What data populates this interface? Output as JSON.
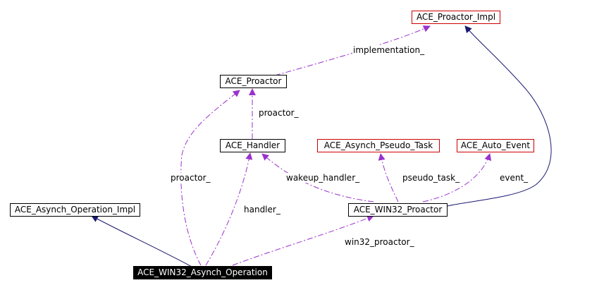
{
  "colors": {
    "inherit_edge": "#191970",
    "usage_edge": "#9a32cd",
    "node_border": "#000000",
    "external_node_border": "#cc0000",
    "focus_fill": "#000000",
    "focus_text": "#ffffff"
  },
  "nodes": {
    "proactor_impl": "ACE_Proactor_Impl",
    "proactor": "ACE_Proactor",
    "handler": "ACE_Handler",
    "asynch_pseudo_task": "ACE_Asynch_Pseudo_Task",
    "auto_event": "ACE_Auto_Event",
    "asynch_operation_impl": "ACE_Asynch_Operation_Impl",
    "win32_proactor": "ACE_WIN32_Proactor",
    "win32_asynch_operation": "ACE_WIN32_Asynch_Operation"
  },
  "edge_labels": {
    "implementation": "implementation_",
    "proactor_from_handler": "proactor_",
    "proactor_from_operation": "proactor_",
    "handler": "handler_",
    "wakeup_handler": "wakeup_handler_",
    "pseudo_task": "pseudo_task_",
    "event": "event_",
    "win32_proactor": "win32_proactor_"
  }
}
